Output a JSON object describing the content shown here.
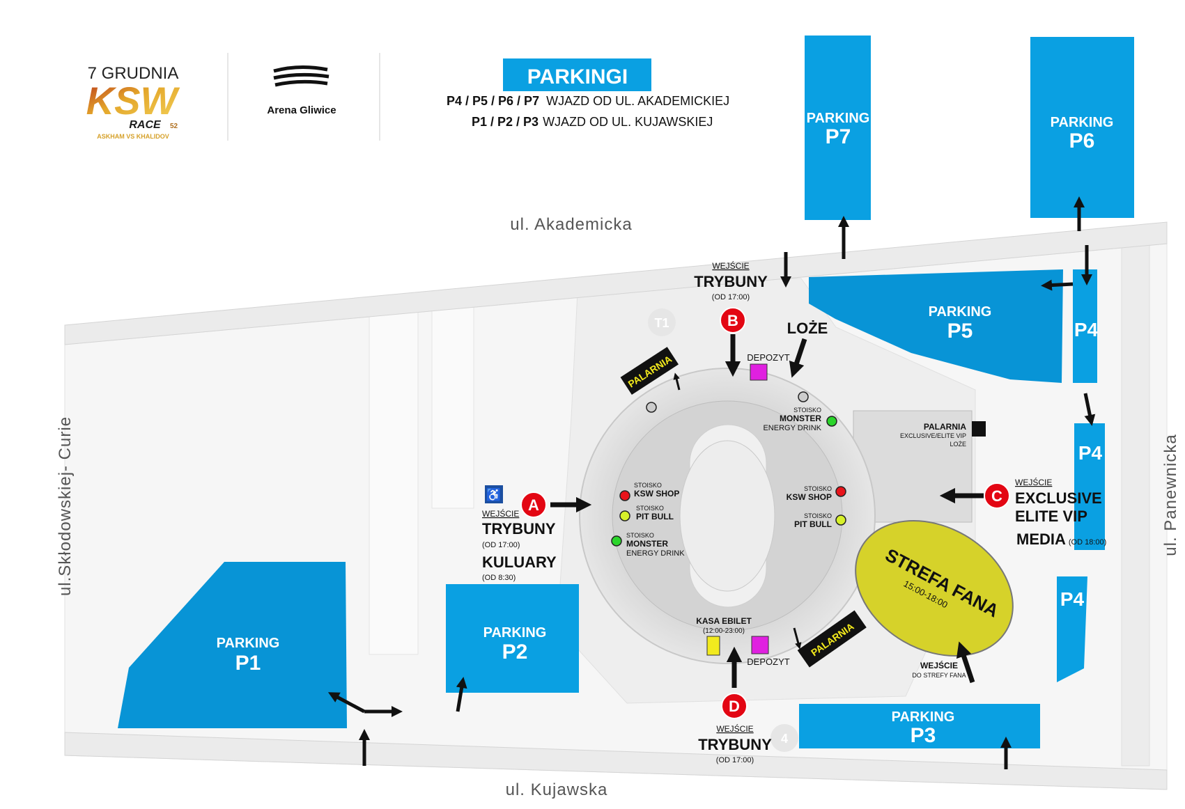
{
  "header": {
    "date": "7 GRUDNIA",
    "event_logo": {
      "title": "KSW",
      "subtitle": "RACE",
      "number": "52",
      "fighters": "ASKHAM VS KHALIDOV"
    },
    "venue": "Arena Gliwice",
    "parking_title": "PARKINGI",
    "parking_lines": [
      {
        "lots": "P4 / P5 / P6 / P7",
        "text": "WJAZD OD UL. AKADEMICKIEJ"
      },
      {
        "lots": "P1 / P2 / P3",
        "text": "WJAZD OD UL. KUJAWSKIEJ"
      }
    ]
  },
  "streets": {
    "north": "ul. Akademicka",
    "south": "ul. Kujawska",
    "west": "ul.Skłodowskiej- Curie",
    "east": "ul. Panewnicka"
  },
  "parkings": {
    "label": "PARKING",
    "p1": "P1",
    "p2": "P2",
    "p3": "P3",
    "p5": "P5",
    "p6": "P6",
    "p7": "P7",
    "p4": "P4"
  },
  "entrances": {
    "a": {
      "letter": "A",
      "label": "WEJŚCIE",
      "title1": "TRYBUNY",
      "time1": "(OD 17:00)",
      "title2": "KULUARY",
      "time2": "(OD 8:30)"
    },
    "b": {
      "letter": "B",
      "label": "WEJŚCIE",
      "title": "TRYBUNY",
      "time": "(OD 17:00)"
    },
    "c": {
      "letter": "C",
      "label": "WEJŚCIE",
      "line1": "EXCLUSIVE",
      "line2": "ELITE VIP",
      "line3": "MEDIA",
      "time": "(OD 18:00)"
    },
    "d": {
      "letter": "D",
      "label": "WEJŚCIE",
      "title": "TRYBUNY",
      "time": "(OD 17:00)"
    },
    "loze": "LOŻE",
    "fan_zone_entry": {
      "line1": "WEJŚCIE",
      "line2": "DO STREFY FANA"
    }
  },
  "venue_points": {
    "stoisko": "STOISKO",
    "ksw_shop": "KSW SHOP",
    "pit_bull": "PIT BULL",
    "monster1": "MONSTER",
    "monster2": "ENERGY DRINK",
    "depozyt": "DEPOZYT",
    "palarnia": "PALARNIA",
    "palarnia_vip": {
      "title": "PALARNIA",
      "line1": "EXCLUSIVE/ELITE VIP",
      "line2": "LOŻE"
    },
    "kasa": {
      "title": "KASA EBILET",
      "time": "(12:00-23:00)"
    },
    "fan_zone": {
      "title": "STREFA FANA",
      "time": "15:00-18:00"
    },
    "t1": "T1",
    "gate4": "4"
  },
  "colors": {
    "parking_blue": "#0aa0e2",
    "entrance_red": "#e30613",
    "fan_zone": "#d6d22a",
    "depozyt": "#e020e0",
    "kasa": "#f2ea1e",
    "shop_red": "#e8141b",
    "pitbull_yellow": "#d7f02a",
    "monster_green": "#2bd52b"
  }
}
